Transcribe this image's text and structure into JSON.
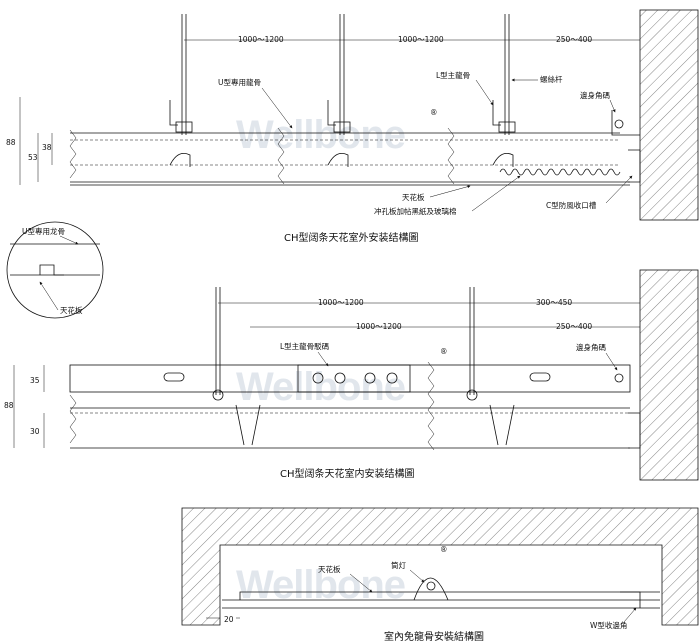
{
  "brand": {
    "watermark": "Wellbone",
    "registered": "®"
  },
  "sections": {
    "outdoor": {
      "title": "CH型阔条天花室外安装结構圖",
      "dims": [
        "1000～1200",
        "1000～1200",
        "250～400",
        "88",
        "38",
        "53"
      ],
      "labels": {
        "u_keel": "U型專用龍骨",
        "l_main": "L型主龍骨",
        "rod": "螺絲杆",
        "angle": "邊身角碼",
        "panel": "天花板",
        "perforated": "冲孔板加帖黑紙及玻璃棉",
        "c_trim": "C型防風收口槽"
      },
      "detail": {
        "u_keel": "U型專用龙骨",
        "panel": "天花板"
      }
    },
    "indoor": {
      "title": "CH型阔条天花室内安装结構圖",
      "dims": [
        "1000～1200",
        "1000～1200",
        "300～450",
        "250～400",
        "88",
        "35",
        "30"
      ],
      "labels": {
        "l_connector": "L型主龍骨駁碼",
        "angle": "邊身角碼"
      }
    },
    "keelless": {
      "title": "室內免龍骨安裝結構圖",
      "dims": [
        "20"
      ],
      "labels": {
        "panel": "天花板",
        "lamp": "筒灯",
        "w_trim": "W型收邊角"
      }
    }
  }
}
